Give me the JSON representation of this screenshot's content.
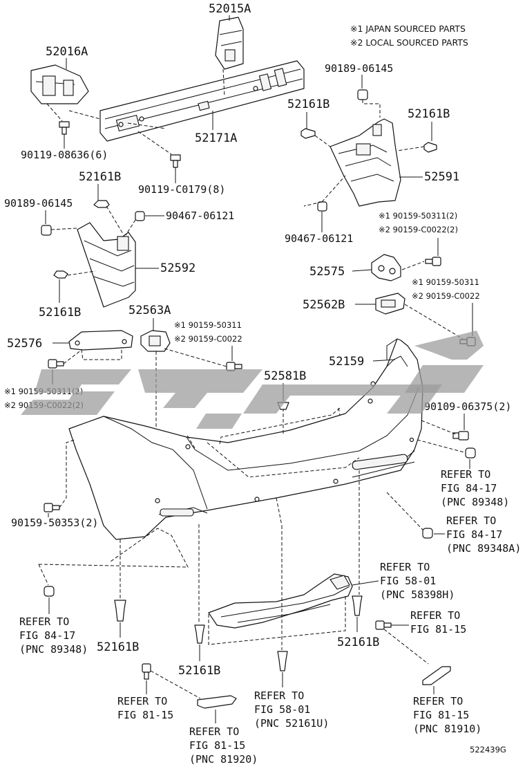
{
  "notes": {
    "japan": "※1 JAPAN SOURCED PARTS",
    "local": "※2 LOCAL SOURCED PARTS"
  },
  "labels": {
    "p52015A": "52015A",
    "p52016A": "52016A",
    "p90189_top": "90189-06145",
    "p52161B_a": "52161B",
    "p52161B_b": "52161B",
    "p52171A": "52171A",
    "p90119_08636": "90119-08636(6)",
    "p90119_C0179": "90119-C0179(8)",
    "p52591": "52591",
    "p52161B_c": "52161B",
    "p90189_left": "90189-06145",
    "p90467_left": "90467-06121",
    "p90467_right": "90467-06121",
    "p90159_50311_2_top": "※1 90159-50311(2)",
    "p90159_C0022_2_top": "※2 90159-C0022(2)",
    "p52592": "52592",
    "p52575": "52575",
    "p52161B_d": "52161B",
    "p90159_50311_r": "※1 90159-50311",
    "p90159_C0022_r": "※2 90159-C0022",
    "p52563A": "52563A",
    "p52562B": "52562B",
    "p90159_50311_m": "※1 90159-50311",
    "p90159_C0022_m": "※2 90159-C0022",
    "p52576": "52576",
    "p52159": "52159",
    "p52581B": "52581B",
    "p90159_50311_2_l": "※1 90159-50311(2)",
    "p90159_C0022_2_l": "※2 90159-C0022(2)",
    "p90109": "90109-06375(2)",
    "ref_89348_a_1": "REFER TO",
    "ref_89348_a_2": "FIG 84-17",
    "ref_89348_a_3": "(PNC 89348)",
    "ref_89348A_1": "REFER TO",
    "ref_89348A_2": "FIG 84-17",
    "ref_89348A_3": "(PNC 89348A)",
    "p90159_50353": "90159-50353(2)",
    "ref_58398H_1": "REFER TO",
    "ref_58398H_2": "FIG 58-01",
    "ref_58398H_3": "(PNC 58398H)",
    "ref_89348_b_1": "REFER TO",
    "ref_89348_b_2": "FIG 84-17",
    "ref_89348_b_3": "(PNC 89348)",
    "p52161B_e": "52161B",
    "ref_8115_a_1": "REFER TO",
    "ref_8115_a_2": "FIG 81-15",
    "p52161B_f": "52161B",
    "p52161B_g": "52161B",
    "ref_8115_l_1": "REFER TO",
    "ref_8115_l_2": "FIG 81-15",
    "ref_52161U_1": "REFER TO",
    "ref_52161U_2": "FIG 58-01",
    "ref_52161U_3": "(PNC 52161U)",
    "ref_81910_1": "REFER TO",
    "ref_81910_2": "FIG 81-15",
    "ref_81910_3": "(PNC 81910)",
    "ref_81920_1": "REFER TO",
    "ref_81920_2": "FIG 81-15",
    "ref_81920_3": "(PNC 81920)",
    "code": "522439G"
  },
  "colors": {
    "line": "#111111",
    "watermark": "#9a9a9a"
  }
}
